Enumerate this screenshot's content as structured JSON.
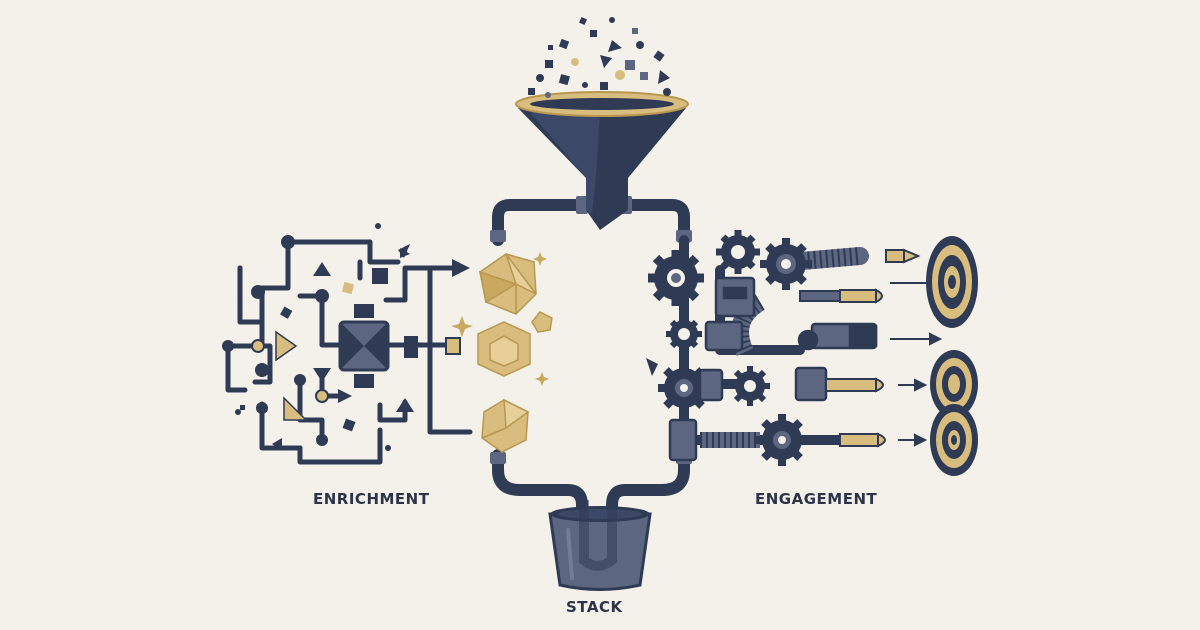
{
  "labels": {
    "enrichment": "ENRICHMENT",
    "engagement": "ENGAGEMENT",
    "stack": "STACK"
  },
  "colors": {
    "background": "#f4f1ea",
    "navy": "#2f3a55",
    "navy_dark": "#262f44",
    "slate": "#5d6680",
    "gold": "#d9bd7f",
    "gold_dark": "#b8974f",
    "gold_rim": "#c9a95f",
    "cream": "#ece5d3",
    "ink": "#2c3448"
  },
  "icons": {
    "funnel": "funnel-icon",
    "scatter": "data-scatter-icon",
    "enrichment": "circuit-network-icon",
    "gems": "gem-icon",
    "gears": "gear-icon",
    "bullets": "bullet-icon",
    "targets": "target-icon",
    "bucket": "bucket-icon"
  }
}
